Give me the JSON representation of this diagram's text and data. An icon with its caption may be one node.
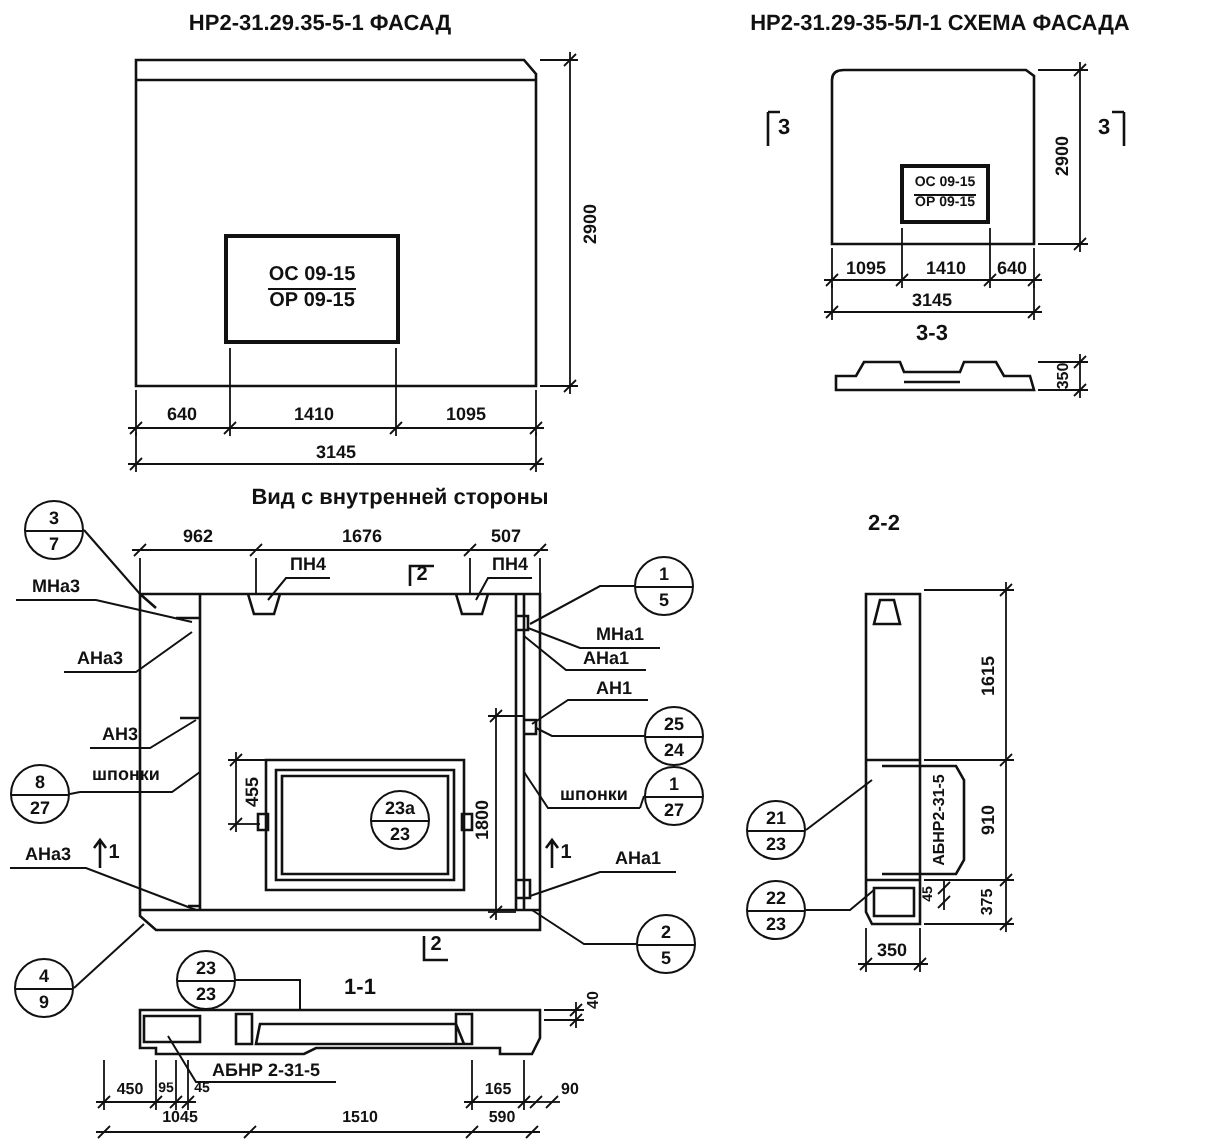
{
  "diagram": {
    "nodes": [
      {
        "text": [
          "ОС 09-15",
          "ОР 09-15"
        ]
      },
      {
        "text": [
          "ОС 09-15",
          "ОР 09-15"
        ]
      },
      {
        "text": [
          "3",
          "7"
        ]
      },
      {
        "text": [
          "ПН4"
        ]
      },
      {
        "text": [
          "ПН4"
        ]
      },
      {
        "text": [
          "МНа3"
        ]
      },
      {
        "text": [
          "1",
          "5"
        ]
      },
      {
        "text": [
          "МНа1"
        ]
      },
      {
        "text": [
          "АНа3"
        ]
      },
      {
        "text": [
          "АНа1"
        ]
      },
      {
        "text": [
          "АН1"
        ]
      },
      {
        "text": [
          "АН3"
        ]
      },
      {
        "text": [
          "25",
          "24"
        ]
      },
      {
        "text": [
          "8",
          "27"
        ]
      },
      {
        "text": [
          "шпонки"
        ]
      },
      {
        "text": [
          "шпонки"
        ]
      },
      {
        "text": [
          "1",
          "27"
        ]
      },
      {
        "text": [
          "23а",
          "23"
        ],
        "in": 26
      },
      {
        "text": [
          "21",
          "23"
        ]
      },
      {
        "text": [
          "АНа3"
        ]
      },
      {
        "text": [
          "АНа1"
        ]
      },
      {
        "text": [
          "22",
          "23"
        ]
      },
      {
        "text": [
          "4",
          "9"
        ]
      },
      {
        "text": [
          "2",
          "5"
        ]
      },
      {
        "text": [
          "23",
          "23"
        ]
      },
      {
        "text": [
          "АБНР 2-31-5"
        ]
      },
      {
        "text": [],
        "shape": "picture"
      },
      {
        "text": [],
        "shape": "picture"
      },
      {
        "text": [],
        "shape": "picture"
      }
    ],
    "edges": [
      {
        "from": 2,
        "to": 26,
        "arrow": "none"
      },
      {
        "from": 3,
        "to": 26,
        "arrow": "none"
      },
      {
        "from": 4,
        "to": 26,
        "arrow": "none"
      },
      {
        "from": 5,
        "to": 26,
        "arrow": "none"
      },
      {
        "from": 6,
        "to": 26,
        "arrow": "none"
      },
      {
        "from": 7,
        "to": 26,
        "arrow": "none"
      },
      {
        "from": 8,
        "to": 26,
        "arrow": "none"
      },
      {
        "from": 9,
        "to": 26,
        "arrow": "none"
      },
      {
        "from": 10,
        "to": 26,
        "arrow": "none"
      },
      {
        "from": 11,
        "to": 26,
        "arrow": "none"
      },
      {
        "from": 12,
        "to": 26,
        "arrow": "none"
      },
      {
        "from": 13,
        "to": 14,
        "arrow": "none"
      },
      {
        "from": 14,
        "to": 26,
        "arrow": "none"
      },
      {
        "from": 16,
        "to": 15,
        "arrow": "none"
      },
      {
        "from": 15,
        "to": 26,
        "arrow": "none"
      },
      {
        "from": 19,
        "to": 26,
        "arrow": "none"
      },
      {
        "from": 20,
        "to": 26,
        "arrow": "none"
      },
      {
        "from": 22,
        "to": 26,
        "arrow": "none"
      },
      {
        "from": 23,
        "to": 26,
        "arrow": "none"
      },
      {
        "from": 18,
        "to": 28,
        "arrow": "none"
      },
      {
        "from": 21,
        "to": 28,
        "arrow": "none"
      },
      {
        "from": 24,
        "to": 27,
        "arrow": "none"
      },
      {
        "from": 25,
        "to": 27,
        "arrow": "none"
      }
    ],
    "labels": [
      "НР2-31.29.35-5-1 ФАСАД",
      "НР2-31.29-35-5Л-1 СХЕМА ФАСАДА",
      "2900",
      "3",
      "3",
      "2900",
      "640",
      "1410",
      "1095",
      "1095",
      "1410",
      "640",
      "3145",
      "3145",
      "3-3",
      "350",
      "Вид с внутренней стороны",
      "962",
      "1676",
      "507",
      "2",
      "2-2",
      "1615",
      "455",
      "1800",
      "910",
      "АБНР2-31-5",
      "1",
      "1",
      "45",
      "375",
      "2",
      "350",
      "1-1",
      "40",
      "450",
      "95",
      "45",
      "165",
      "90",
      "1045",
      "1510",
      "590"
    ]
  }
}
